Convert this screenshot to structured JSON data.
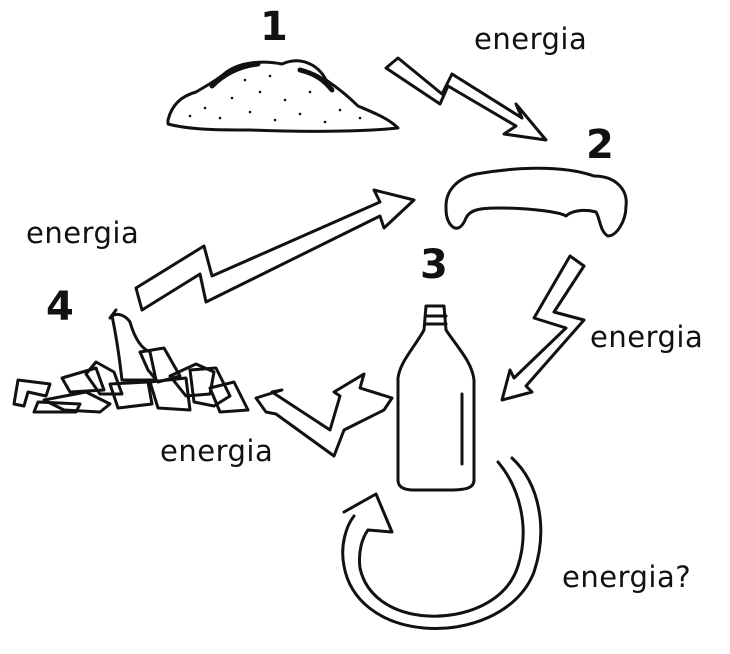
{
  "diagram": {
    "stages": [
      {
        "number": "1",
        "item": "raw-material"
      },
      {
        "number": "2",
        "item": "processed-material"
      },
      {
        "number": "3",
        "item": "bottle"
      },
      {
        "number": "4",
        "item": "waste-pile"
      }
    ],
    "energy_labels": {
      "arrow_1_to_2": "energia",
      "arrow_2_to_3": "energia",
      "arrow_3_to_4": "energia",
      "arrow_4_to_2": "energia",
      "loop_3": "energia?"
    }
  },
  "colors": {
    "ink": "#111111",
    "paper": "#ffffff"
  }
}
